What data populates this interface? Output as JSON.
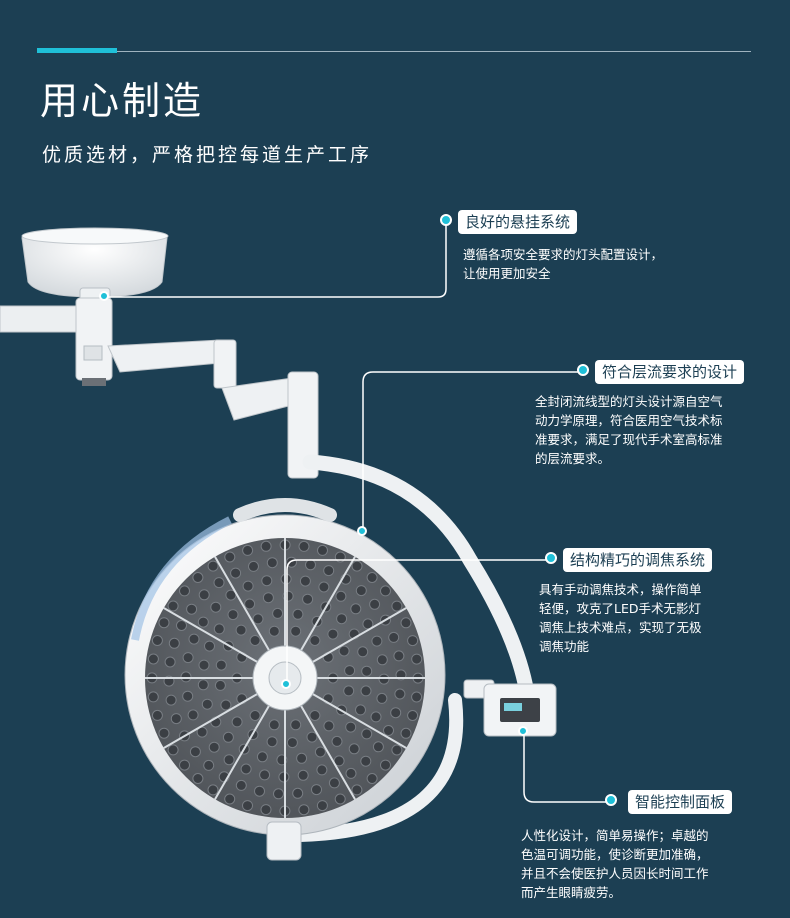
{
  "header": {
    "title": "用心制造",
    "subtitle": "优质选材，严格把控每道生产工序"
  },
  "features": [
    {
      "title": "良好的悬挂系统",
      "description": "遵循各项安全要求的灯头配置设计，\n让使用更加安全"
    },
    {
      "title": "符合层流要求的设计",
      "description": "全封闭流线型的灯头设计源自空气\n动力学原理，符合医用空气技术标\n准要求，满足了现代手术室高标准\n的层流要求。"
    },
    {
      "title": "结构精巧的调焦系统",
      "description": "具有手动调焦技术，操作简单\n轻便，攻克了LED手术无影灯\n调焦上技术难点，实现了无极\n调焦功能"
    },
    {
      "title": "智能控制面板",
      "description": "人性化设计，简单易操作；卓越的\n色温可调功能，使诊断更加准确，\n并且不会使医护人员因长时间工作\n而产生眼睛疲劳。"
    }
  ],
  "colors": {
    "background": "#1c3f53",
    "accent": "#1fc0d8",
    "lamp_white": "#f2f4f6",
    "lamp_face": "#5d6166",
    "led": "#3b3f44"
  },
  "product_image": "surgical-lamp"
}
